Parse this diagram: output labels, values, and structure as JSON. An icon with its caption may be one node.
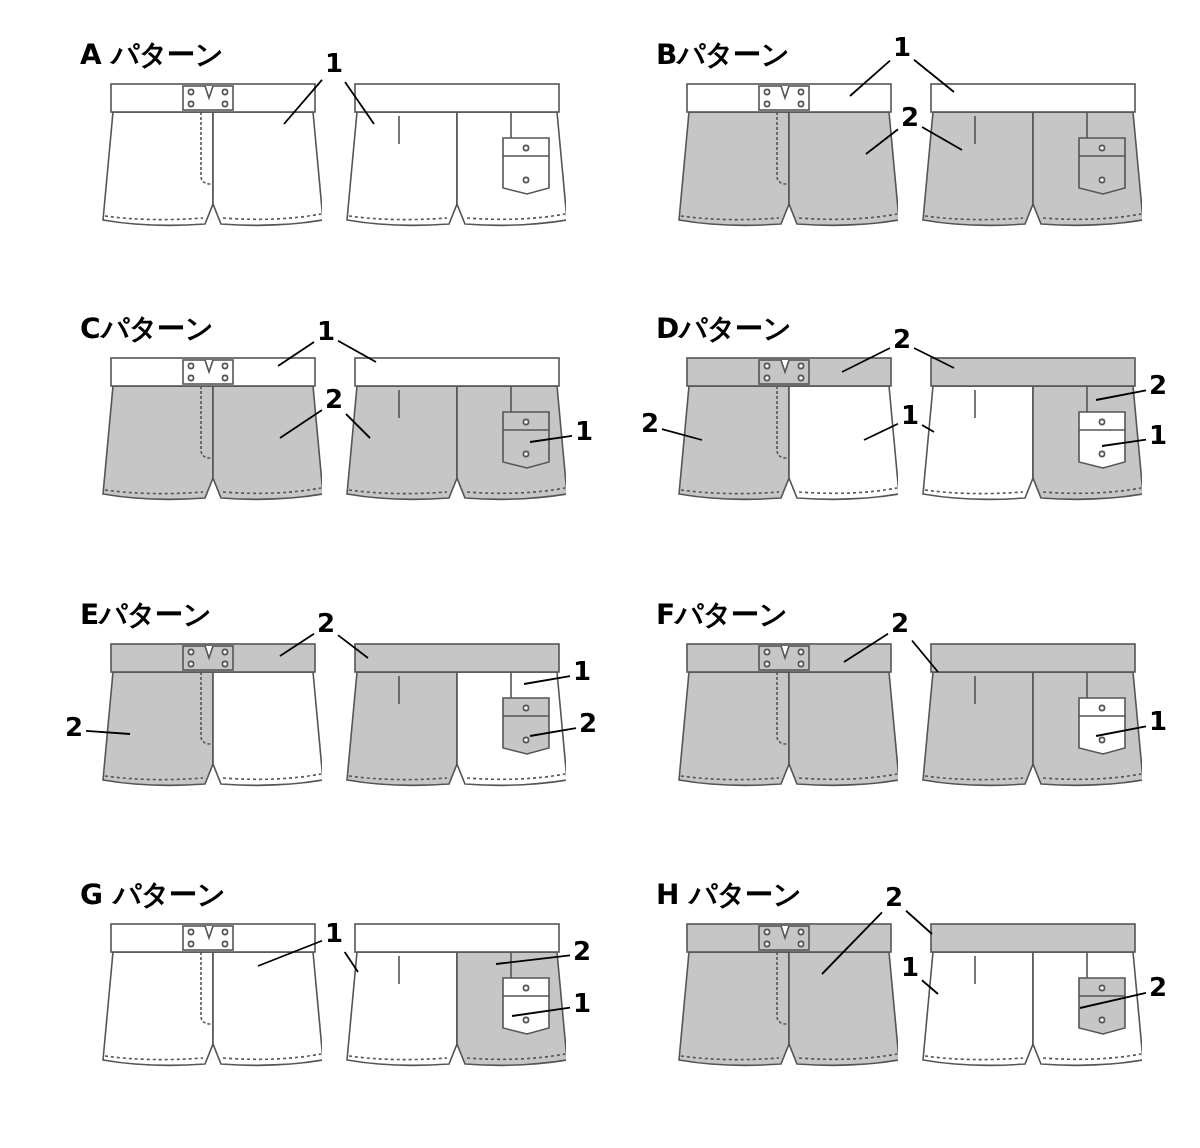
{
  "diagram": {
    "nodes": [
      {
        "text": [],
        "shape": "picture"
      },
      {
        "text": [],
        "shape": "picture"
      },
      {
        "text": [
          "1"
        ]
      },
      {
        "text": [],
        "shape": "picture"
      },
      {
        "text": [],
        "shape": "picture"
      },
      {
        "text": [
          "1"
        ]
      },
      {
        "text": [
          "2"
        ]
      },
      {
        "text": [],
        "shape": "picture"
      },
      {
        "text": [],
        "shape": "picture"
      },
      {
        "text": [
          "1"
        ]
      },
      {
        "text": [
          "2"
        ]
      },
      {
        "text": [
          "1"
        ]
      },
      {
        "text": [],
        "shape": "picture"
      },
      {
        "text": [],
        "shape": "picture"
      },
      {
        "text": [
          "2"
        ]
      },
      {
        "text": [
          "2"
        ]
      },
      {
        "text": [
          "2"
        ]
      },
      {
        "text": [
          "1"
        ]
      },
      {
        "text": [
          "1"
        ]
      },
      {
        "text": [],
        "shape": "picture"
      },
      {
        "text": [],
        "shape": "picture"
      },
      {
        "text": [
          "2"
        ]
      },
      {
        "text": [
          "1"
        ]
      },
      {
        "text": [
          "2"
        ]
      },
      {
        "text": [
          "2"
        ]
      },
      {
        "text": [],
        "shape": "picture"
      },
      {
        "text": [],
        "shape": "picture"
      },
      {
        "text": [
          "2"
        ]
      },
      {
        "text": [
          "1"
        ]
      },
      {
        "text": [],
        "shape": "picture"
      },
      {
        "text": [],
        "shape": "picture"
      },
      {
        "text": [
          "1"
        ]
      },
      {
        "text": [
          "2"
        ]
      },
      {
        "text": [
          "1"
        ]
      },
      {
        "text": [],
        "shape": "picture"
      },
      {
        "text": [],
        "shape": "picture"
      },
      {
        "text": [
          "2"
        ]
      },
      {
        "text": [
          "1"
        ]
      },
      {
        "text": [
          "2"
        ]
      }
    ],
    "edges": [
      {
        "from": 2,
        "to": 0,
        "arrow": "none"
      },
      {
        "from": 2,
        "to": 1,
        "arrow": "none"
      },
      {
        "from": 5,
        "to": 3,
        "arrow": "none"
      },
      {
        "from": 5,
        "to": 4,
        "arrow": "none"
      },
      {
        "from": 6,
        "to": 3,
        "arrow": "none"
      },
      {
        "from": 6,
        "to": 4,
        "arrow": "none"
      },
      {
        "from": 9,
        "to": 7,
        "arrow": "none"
      },
      {
        "from": 9,
        "to": 8,
        "arrow": "none"
      },
      {
        "from": 10,
        "to": 7,
        "arrow": "none"
      },
      {
        "from": 10,
        "to": 8,
        "arrow": "none"
      },
      {
        "from": 11,
        "to": 8,
        "arrow": "none"
      },
      {
        "from": 14,
        "to": 12,
        "arrow": "none"
      },
      {
        "from": 14,
        "to": 13,
        "arrow": "none"
      },
      {
        "from": 15,
        "to": 13,
        "arrow": "none"
      },
      {
        "from": 16,
        "to": 12,
        "arrow": "none"
      },
      {
        "from": 17,
        "to": 12,
        "arrow": "none"
      },
      {
        "from": 17,
        "to": 13,
        "arrow": "none"
      },
      {
        "from": 18,
        "to": 13,
        "arrow": "none"
      },
      {
        "from": 21,
        "to": 19,
        "arrow": "none"
      },
      {
        "from": 21,
        "to": 20,
        "arrow": "none"
      },
      {
        "from": 22,
        "to": 20,
        "arrow": "none"
      },
      {
        "from": 23,
        "to": 20,
        "arrow": "none"
      },
      {
        "from": 24,
        "to": 19,
        "arrow": "none"
      },
      {
        "from": 27,
        "to": 25,
        "arrow": "none"
      },
      {
        "from": 27,
        "to": 26,
        "arrow": "none"
      },
      {
        "from": 28,
        "to": 26,
        "arrow": "none"
      },
      {
        "from": 31,
        "to": 29,
        "arrow": "none"
      },
      {
        "from": 31,
        "to": 30,
        "arrow": "none"
      },
      {
        "from": 32,
        "to": 30,
        "arrow": "none"
      },
      {
        "from": 33,
        "to": 30,
        "arrow": "none"
      },
      {
        "from": 36,
        "to": 34,
        "arrow": "none"
      },
      {
        "from": 36,
        "to": 35,
        "arrow": "none"
      },
      {
        "from": 37,
        "to": 35,
        "arrow": "none"
      },
      {
        "from": 38,
        "to": 35,
        "arrow": "none"
      }
    ],
    "labels": [
      "A パターン",
      "Bパターン",
      "Cパターン",
      "Dパターン",
      "Eパターン",
      "Fパターン",
      "G パターン",
      "H パターン"
    ]
  }
}
